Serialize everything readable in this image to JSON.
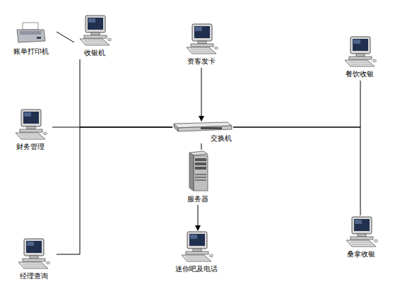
{
  "diagram": {
    "nodes": [
      {
        "text": [
          "账单打印机"
        ]
      },
      {
        "text": [
          "收银机"
        ]
      },
      {
        "text": [
          "资客发卡"
        ]
      },
      {
        "text": [
          "餐饮收银"
        ]
      },
      {
        "text": [
          "财务管理"
        ]
      },
      {
        "text": [
          "交换机"
        ]
      },
      {
        "text": [
          "服务器"
        ]
      },
      {
        "text": [
          "经理查询"
        ]
      },
      {
        "text": [
          "迷你吧及电话"
        ]
      },
      {
        "text": [
          "桑拿收银"
        ]
      }
    ],
    "edges": [
      {
        "from": 0,
        "to": 1,
        "arrow": "none"
      },
      {
        "from": 1,
        "to": 5,
        "arrow": "none"
      },
      {
        "from": 4,
        "to": 5,
        "arrow": "none"
      },
      {
        "from": 7,
        "to": 5,
        "arrow": "none"
      },
      {
        "from": 2,
        "to": 5,
        "arrow": "to"
      },
      {
        "from": 3,
        "to": 5,
        "arrow": "none"
      },
      {
        "from": 9,
        "to": 5,
        "arrow": "none"
      },
      {
        "from": 5,
        "to": 6,
        "arrow": "none"
      },
      {
        "from": 6,
        "to": 8,
        "arrow": "to"
      }
    ]
  }
}
